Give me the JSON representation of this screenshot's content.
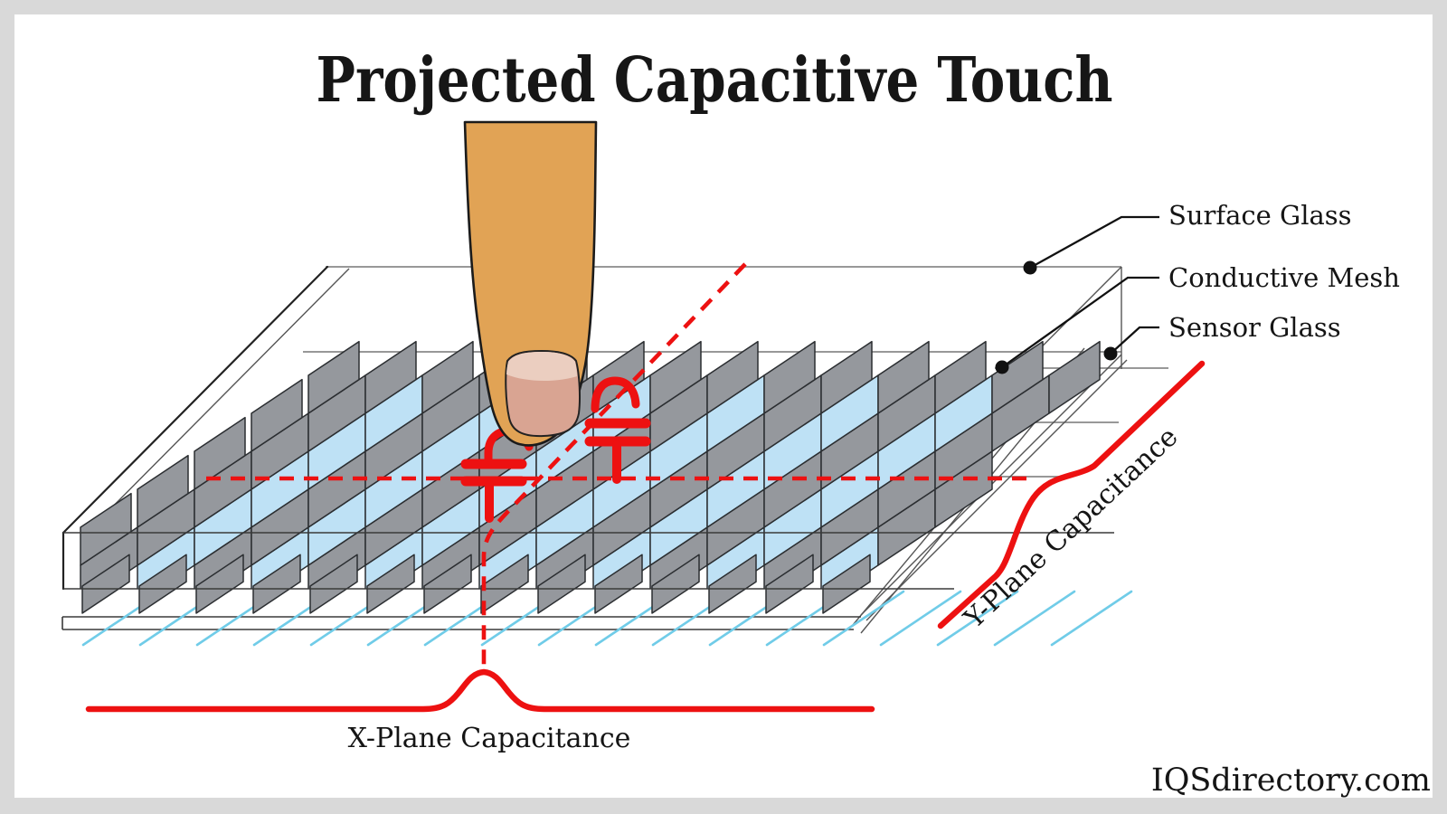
{
  "title": "Projected Capacitive Touch",
  "watermark": "IQSdirectory.com",
  "callouts": {
    "surface_glass": "Surface Glass",
    "conductive_mesh": "Conductive Mesh",
    "sensor_glass": "Sensor Glass"
  },
  "curve_labels": {
    "x_plane": "X-Plane Capacitance",
    "y_plane": "Y-Plane Capacitance"
  },
  "colors": {
    "frame": "#D9D9D9",
    "page": "#FFFFFF",
    "mesh_gray": "#95989D",
    "mesh_blue": "#BEE1F5",
    "mesh_stroke": "#2B2E31",
    "hatch_blue": "#70CCE8",
    "skin": "#E1A355",
    "skin_outline": "#1B1B1B",
    "nail": "#D9A492",
    "nail_light": "#EBCEC0",
    "red": "#ED1111",
    "line_gray": "#8A8A8A",
    "line_mid": "#555555",
    "line_dark": "#222222",
    "dot_black": "#111111",
    "text_black": "#151515"
  }
}
